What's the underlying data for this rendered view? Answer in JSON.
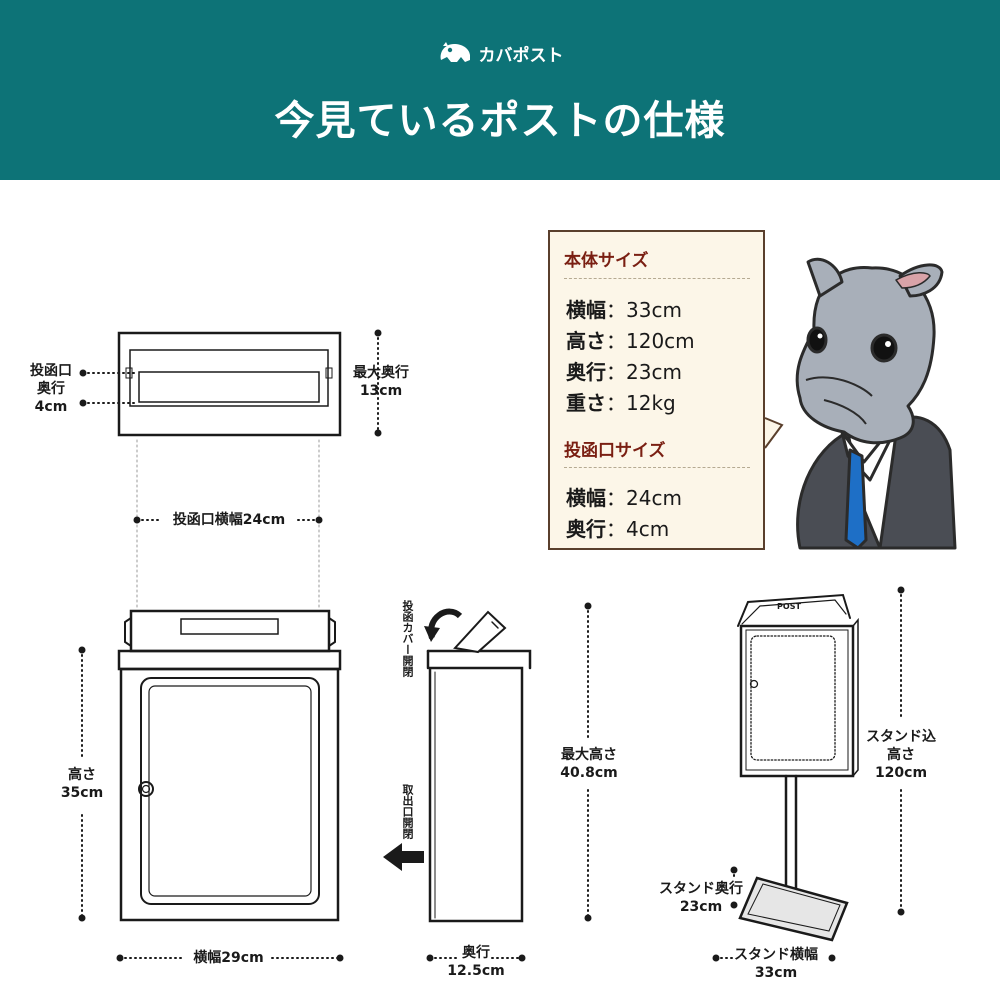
{
  "header": {
    "brand": "カバポスト",
    "title": "今見ているポストの仕様",
    "bg_color": "#0d7377"
  },
  "specs": {
    "body_heading": "本体サイズ",
    "body_rows": [
      {
        "label": "横幅",
        "value": "：33cm"
      },
      {
        "label": "高さ",
        "value": "：120cm"
      },
      {
        "label": "奥行",
        "value": "：23cm"
      },
      {
        "label": "重さ",
        "value": "：12kg"
      }
    ],
    "slot_heading": "投函口サイズ",
    "slot_rows": [
      {
        "label": "横幅",
        "value": "：24cm"
      },
      {
        "label": "奥行",
        "value": "：4cm"
      }
    ]
  },
  "labels": {
    "slot_depth_line1": "投函口",
    "slot_depth_line2": "奥行",
    "slot_depth_value": "4cm",
    "max_depth_line1": "最大奥行",
    "max_depth_value": "13cm",
    "slot_width": "投函口横幅24cm",
    "height_line1": "高さ",
    "height_value": "35cm",
    "width": "横幅29cm",
    "cover_open": "投函カバー開閉",
    "outlet_open": "取出口開閉",
    "max_height_line1": "最大高さ",
    "max_height_value": "40.8cm",
    "depth_line1": "奥行",
    "depth_value": "12.5cm",
    "stand_height_line1": "スタンド込",
    "stand_height_line2": "高さ",
    "stand_height_value": "120cm",
    "stand_depth_line1": "スタンド奥行",
    "stand_depth_value": "23cm",
    "stand_width_line1": "スタンド横幅",
    "stand_width_value": "33cm",
    "post_plate": "POST"
  },
  "colors": {
    "heading_red": "#7a1f12",
    "box_border": "#5a3f2c",
    "box_bg": "#fcf6e8",
    "tie_blue": "#1e6fc6"
  }
}
